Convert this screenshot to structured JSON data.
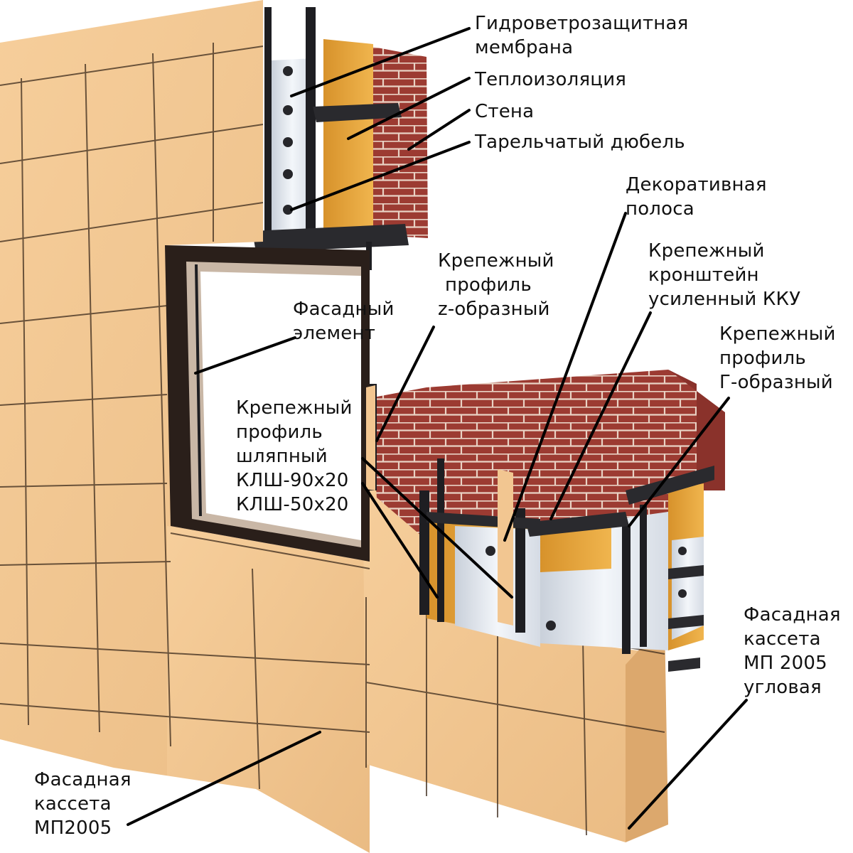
{
  "colors": {
    "tile": "#F2C691",
    "tile_dark": "#DCA86D",
    "tile_line": "#3B2A1C",
    "brick": "#9C3B32",
    "mortar": "#E9D2C4",
    "insulation": "#E3A53E",
    "membrane": "#E8EDF4",
    "metal": "#1E1E22",
    "leader": "#000000"
  },
  "labels": {
    "membrane": [
      "Гидроветрозащитная",
      "мембрана"
    ],
    "insulation": [
      "Теплоизоляция"
    ],
    "wall": [
      "Стена"
    ],
    "dowel": [
      "Тарельчатый дюбель"
    ],
    "deco_strip": [
      "Декоративная",
      "полоса"
    ],
    "z_profile": [
      "Крепежный",
      "профиль",
      "z-образный"
    ],
    "bracket": [
      "Крепежный",
      "кронштейн",
      "усиленный ККУ"
    ],
    "facade_element": [
      "Фасадный",
      "элемент"
    ],
    "g_profile": [
      "Крепежный",
      "профиль",
      "Г-образный"
    ],
    "hat_profile": [
      "Крепежный",
      "профиль",
      "шляпный",
      "КЛШ-90х20",
      "КЛШ-50х20"
    ],
    "corner_cassette": [
      "Фасадная",
      "кассета",
      "МП 2005",
      "угловая"
    ],
    "cassette": [
      "Фасадная",
      "кассета",
      "МП2005"
    ]
  }
}
